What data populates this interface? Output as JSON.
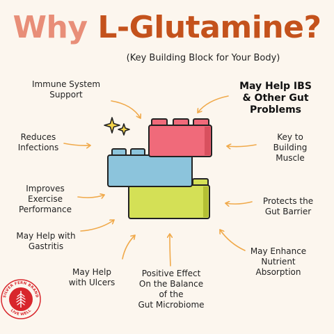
{
  "title": {
    "part1": "Why",
    "part2": "L-Glutamine?"
  },
  "subtitle": "(Key Building Block for Your Body)",
  "benefits": {
    "immune": [
      "Immune System",
      "Support"
    ],
    "ibs": [
      "May Help IBS",
      "& Other Gut",
      "Problems"
    ],
    "infections": [
      "Reduces",
      "Infections"
    ],
    "muscle": [
      "Key to",
      "Building",
      "Muscle"
    ],
    "exercise": [
      "Improves",
      "Exercise",
      "Performance"
    ],
    "barrier": [
      "Protects the",
      "Gut Barrier"
    ],
    "gastritis": [
      "May Help with",
      "Gastritis"
    ],
    "nutrient": [
      "May Enhance",
      "Nutrient",
      "Absorption"
    ],
    "ulcers": [
      "May Help",
      "with Ulcers"
    ],
    "microbiome": [
      "Positive Effect",
      "On the Balance",
      "of the",
      "Gut Microbiome"
    ]
  },
  "logo": {
    "top_text": "SILVER FERN BRAND",
    "bottom_text": "LIVE WELL"
  },
  "colors": {
    "title_light": "#e88e78",
    "title_dark": "#c4521c",
    "arrow": "#f0a94a",
    "block_red": "#f06a7a",
    "block_blue": "#8cc4dc",
    "block_green": "#d4e056",
    "logo_red": "#d8262c"
  }
}
